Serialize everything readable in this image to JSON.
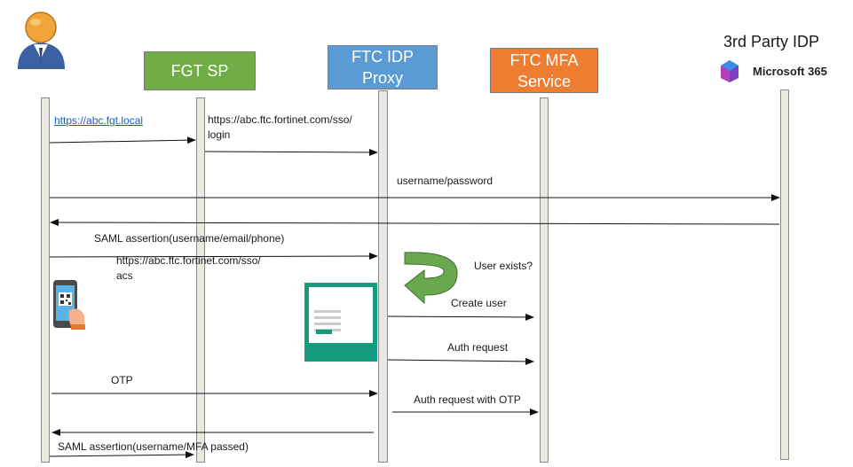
{
  "actors": {
    "fgt_sp": {
      "label": "FGT SP",
      "color": "#70ad47"
    },
    "ftc_idp": {
      "label": "FTC IDP\nProxy",
      "color": "#5b9bd5"
    },
    "ftc_mfa": {
      "label": "FTC MFA\nService",
      "color": "#ed7d31"
    },
    "third_party": {
      "title": "3rd Party IDP",
      "brand": "Microsoft 365"
    }
  },
  "messages": {
    "m1": "https://abc.fgt.local",
    "m2_line1": "https://abc.ftc.fortinet.com/sso/",
    "m2_line2": "login",
    "m3": "username/password",
    "m4": "SAML assertion(username/email/phone)",
    "m5_line1": "https://abc.ftc.fortinet.com/sso/",
    "m5_line2": "acs",
    "m6": "User exists?",
    "m7": "Create user",
    "m8": "Auth request",
    "m9": "OTP",
    "m10": "Auth request with OTP",
    "m11": "SAML assertion(username/MFA passed)"
  },
  "icons": {
    "user": "user-avatar-icon",
    "phone": "phone-qr-icon",
    "loop": "curved-arrow-icon",
    "m365": "microsoft-365-logo-icon",
    "signup": "sign-up-form-thumbnail"
  },
  "colors": {
    "loop_arrow": "#70ad47",
    "signup_bg": "#149a7c",
    "link": "#1f5fbf"
  }
}
